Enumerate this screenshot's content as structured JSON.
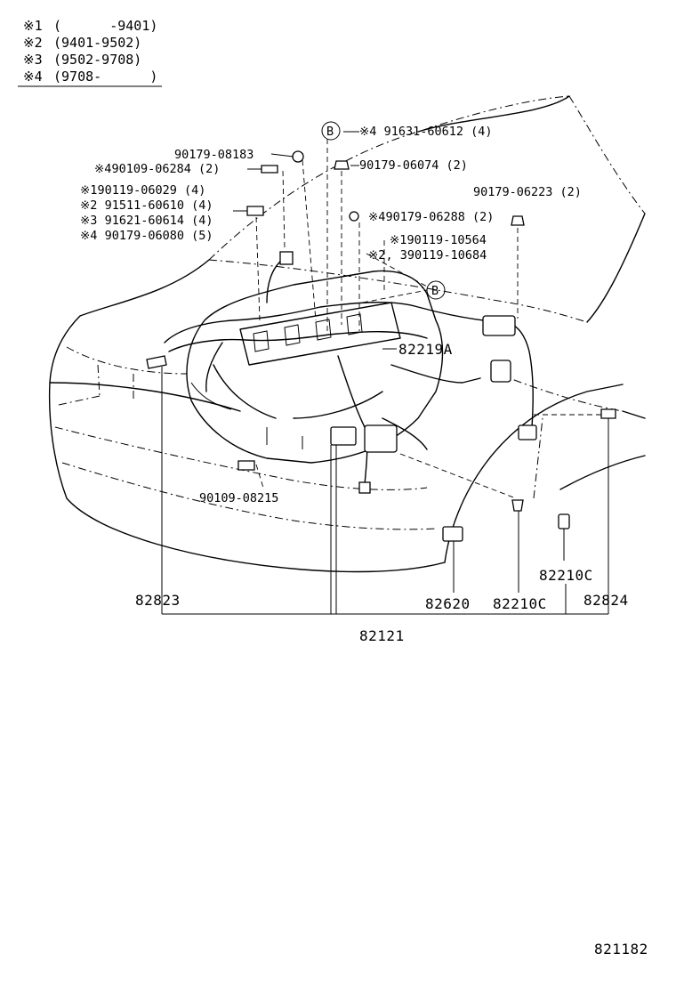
{
  "legend": [
    {
      "mark": "※1",
      "range": "(      -9401)"
    },
    {
      "mark": "※2",
      "range": "(9401-9502)"
    },
    {
      "mark": "※3",
      "range": "(9502-9708)"
    },
    {
      "mark": "※4",
      "range": "(9708-      )"
    }
  ],
  "callouts": {
    "b_circle_top": "B",
    "b_circle_mid": "B",
    "p_91631_60612": "※4 91631-60612 (4)",
    "p_90179_08183": "90179-08183",
    "p_90109_06284": "※490109-06284 (2)",
    "p_90179_06074": "90179-06074 (2)",
    "p_multi_1": "※190119-06029 (4)",
    "p_multi_2": "※2 91511-60610 (4)",
    "p_multi_3": "※3 91621-60614 (4)",
    "p_multi_4": "※4 90179-06080 (5)",
    "p_90179_06223": "90179-06223 (2)",
    "p_90179_06288": "※490179-06288 (2)",
    "p_90119_10564": "※190119-10564",
    "p_90119_10684": "※2, 390119-10684",
    "p_82219a": "82219A",
    "p_90109_08215": "90109-08215",
    "p_82823": "82823",
    "p_82620": "82620",
    "p_82210c_a": "82210C",
    "p_82210c_b": "82210C",
    "p_82824": "82824",
    "p_82121": "82121"
  },
  "figure_id": "821182"
}
